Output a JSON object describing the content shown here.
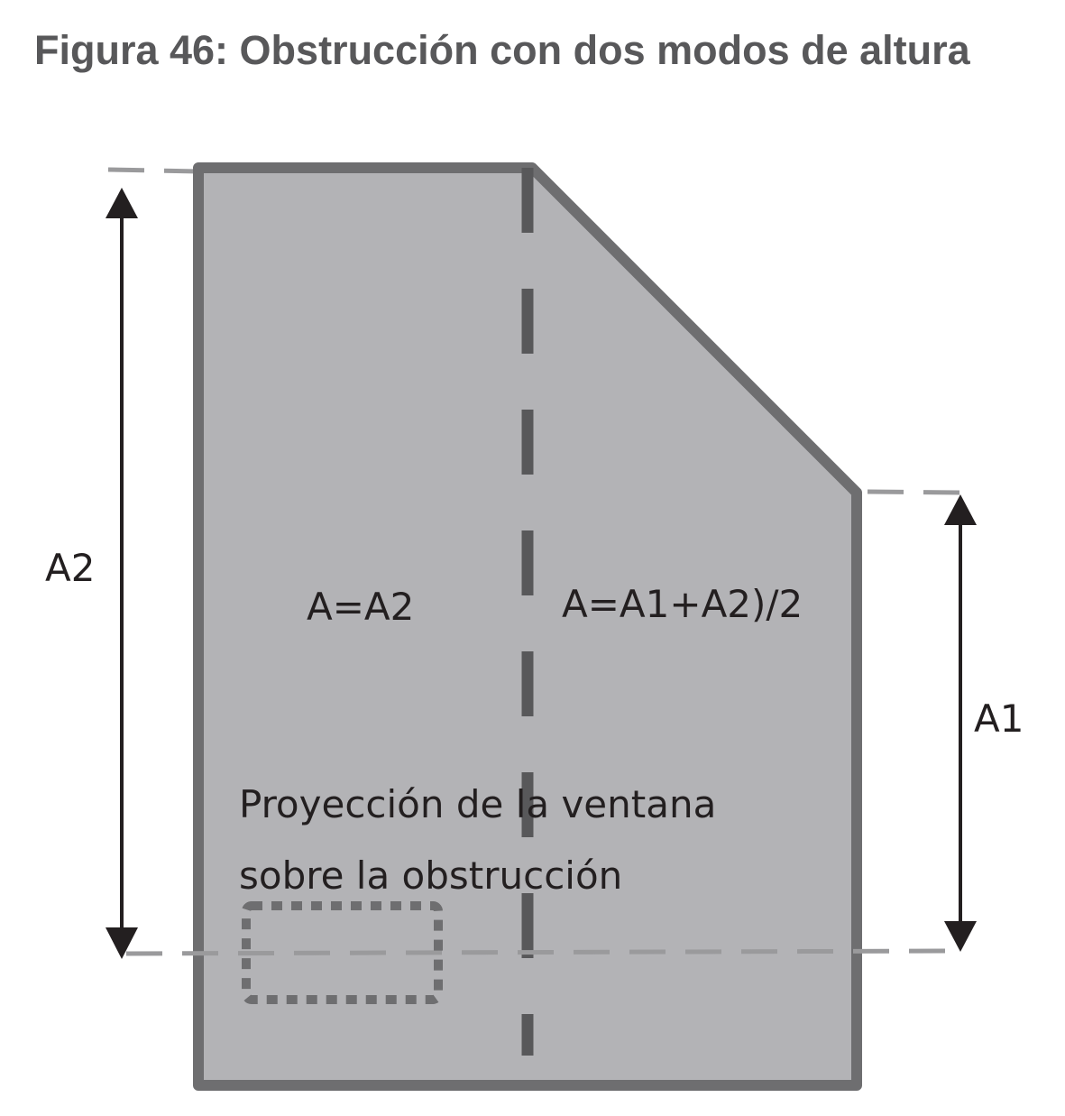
{
  "title": "Figura 46: Obstrucción con dos modos de altura",
  "labels": {
    "a2": "A2",
    "a1": "A1",
    "region_left": "A=A2",
    "region_right": "A=A1+A2)/2",
    "window_projection_line1": "Proyección de la ventana",
    "window_projection_line2": "sobre la obstrucción"
  },
  "colors": {
    "obstruction_fill": "#b3b3b6",
    "obstruction_stroke": "#6e6e70",
    "center_dash": "#58585a",
    "reference_dash": "#9a9a9c",
    "arrow": "#231f20",
    "title": "#58585a"
  }
}
